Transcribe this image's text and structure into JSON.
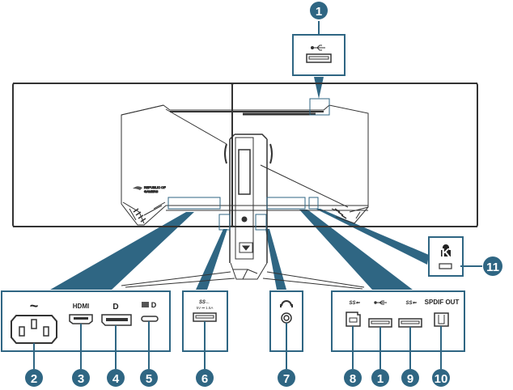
{
  "diagram": {
    "title": "Monitor rear I/O ports",
    "colors": {
      "accent": "#2f6683",
      "line": "#333333",
      "background": "#ffffff"
    },
    "callouts": [
      {
        "number": "1",
        "label": "USB 2.0 port (top)",
        "icon": "usb-icon"
      },
      {
        "number": "2",
        "label": "AC power input",
        "icon": "ac-power-icon"
      },
      {
        "number": "3",
        "label": "HDMI port",
        "icon": "hdmi-port-icon"
      },
      {
        "number": "4",
        "label": "DisplayPort",
        "icon": "displayport-icon"
      },
      {
        "number": "5",
        "label": "USB Type-C (DisplayPort)",
        "icon": "usb-c-icon"
      },
      {
        "number": "6",
        "label": "USB 3.2 port (5V 1.5A)",
        "icon": "usb-icon"
      },
      {
        "number": "7",
        "label": "Earphone jack",
        "icon": "headphone-icon"
      },
      {
        "number": "8",
        "label": "USB 3.2 upstream port",
        "icon": "usb-b-icon"
      },
      {
        "number": "1",
        "label": "USB 2.0 port",
        "icon": "usb-icon"
      },
      {
        "number": "9",
        "label": "USB 3.2 port",
        "icon": "usb-icon"
      },
      {
        "number": "10",
        "label": "SPDIF OUT",
        "icon": "spdif-icon"
      },
      {
        "number": "11",
        "label": "Kensington lock slot",
        "icon": "lock-icon"
      }
    ],
    "port_labels": {
      "ac": "~",
      "hdmi": "HDMI",
      "dp": "D",
      "usbc_dp": "D",
      "usb3_top": "SS←",
      "usb3_rating": "5V ⎓ 1.5A",
      "spdif": "SPDIF OUT",
      "lock": "K"
    },
    "rog_text_line1": "REPUBLIC OF",
    "rog_text_line2": "GAMERS"
  }
}
